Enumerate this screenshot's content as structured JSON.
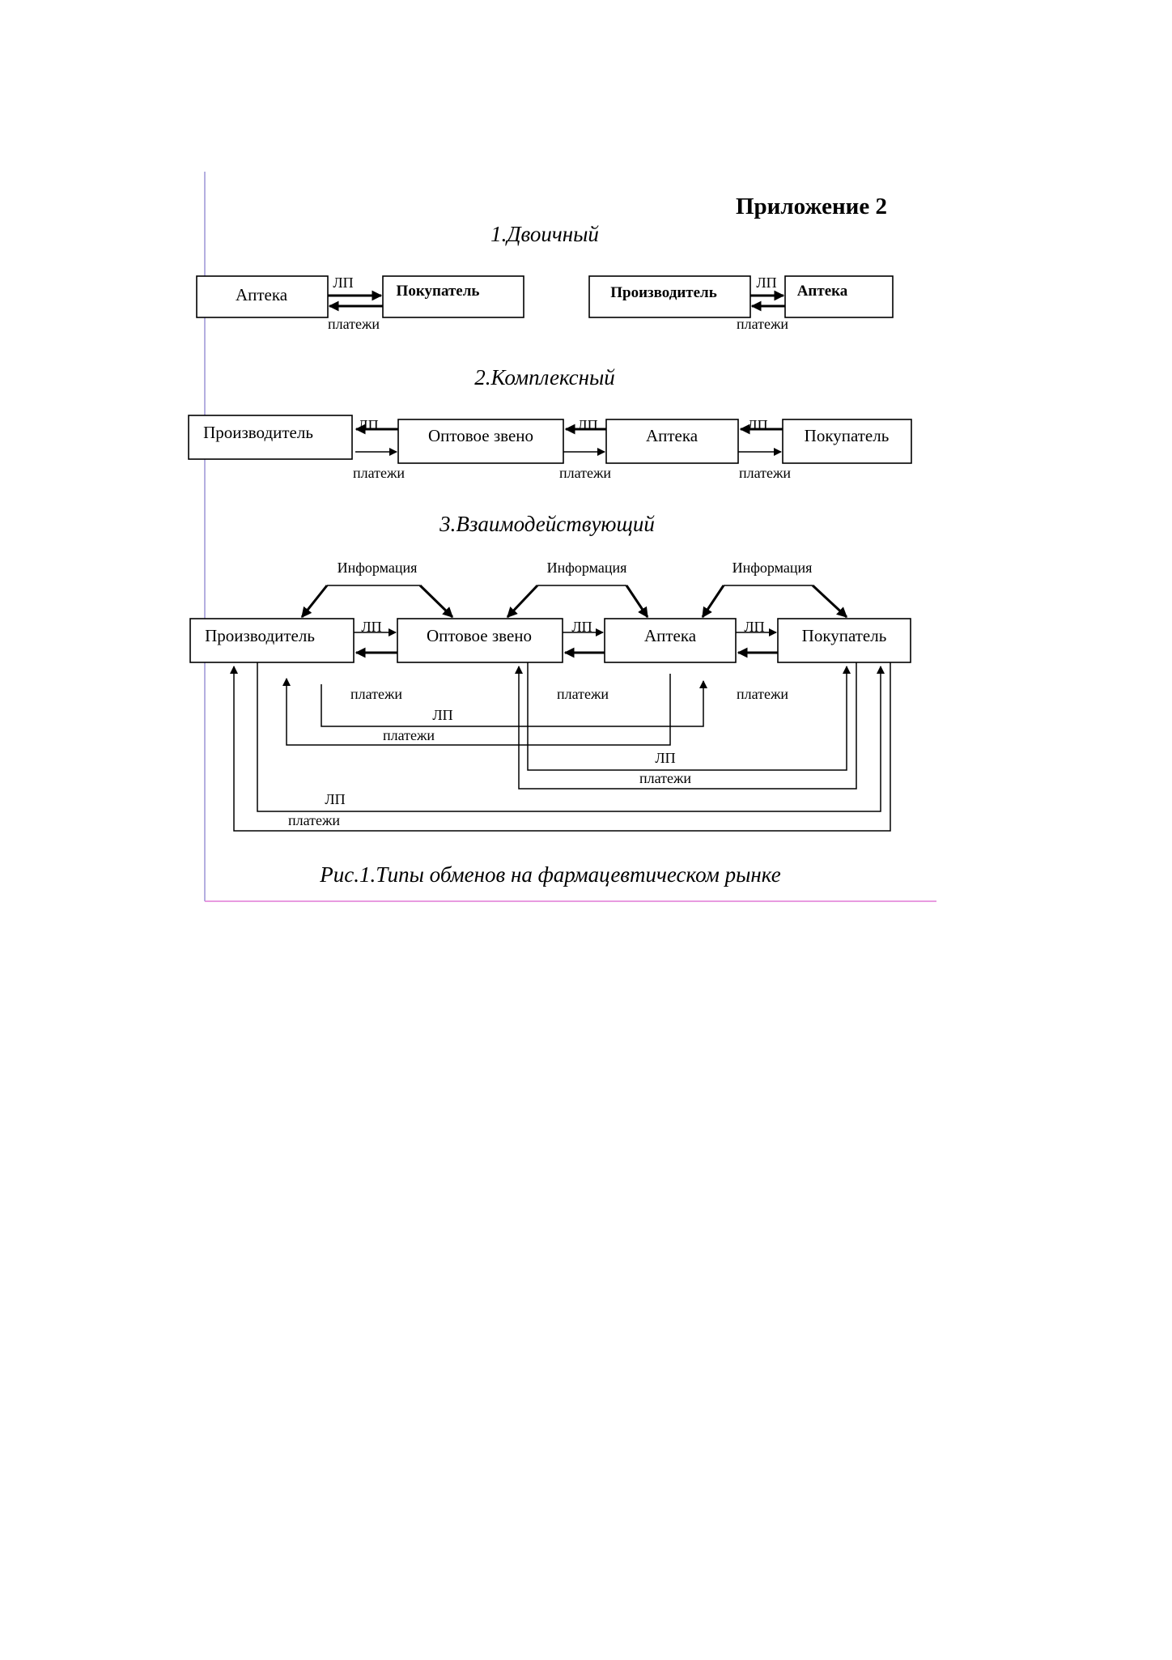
{
  "appendix_title": "Приложение 2",
  "sections": {
    "binary": {
      "heading": "1.Двоичный",
      "left": {
        "box_a": "Аптека",
        "box_b": "Покупатель",
        "top_label": "ЛП",
        "bottom_label": "платежи"
      },
      "right": {
        "box_a": "Производитель",
        "box_b": "Аптека",
        "top_label": "ЛП",
        "bottom_label": "платежи"
      }
    },
    "complex": {
      "heading": "2.Комплексный",
      "boxes": [
        "Производитель",
        "Оптовое звено",
        "Аптека",
        "Покупатель"
      ],
      "links": [
        {
          "top_label": "ЛП",
          "bottom_label": "платежи"
        },
        {
          "top_label": "ЛП",
          "bottom_label": "платежи"
        },
        {
          "top_label": "ЛП",
          "bottom_label": "платежи"
        }
      ]
    },
    "interactive": {
      "heading": "3.Взаимодействующий",
      "boxes": [
        "Производитель",
        "Оптовое звено",
        "Аптека",
        "Покупатель"
      ],
      "info_labels": [
        "Информация",
        "Информация",
        "Информация"
      ],
      "link_labels": [
        "ЛП",
        "ЛП",
        "ЛП"
      ],
      "payment_labels": [
        "платежи",
        "платежи",
        "платежи"
      ],
      "loops": [
        {
          "top_label": "ЛП",
          "bottom_label": "платежи"
        },
        {
          "top_label": "ЛП",
          "bottom_label": "платежи"
        },
        {
          "top_label": "ЛП",
          "bottom_label": "платежи"
        }
      ]
    }
  },
  "caption": "Рис.1.Типы обменов на фармацевтическом рынке",
  "colors": {
    "margin_vertical": "#9b93d6",
    "margin_horizontal": "#e07ad6",
    "ink": "#000000"
  }
}
